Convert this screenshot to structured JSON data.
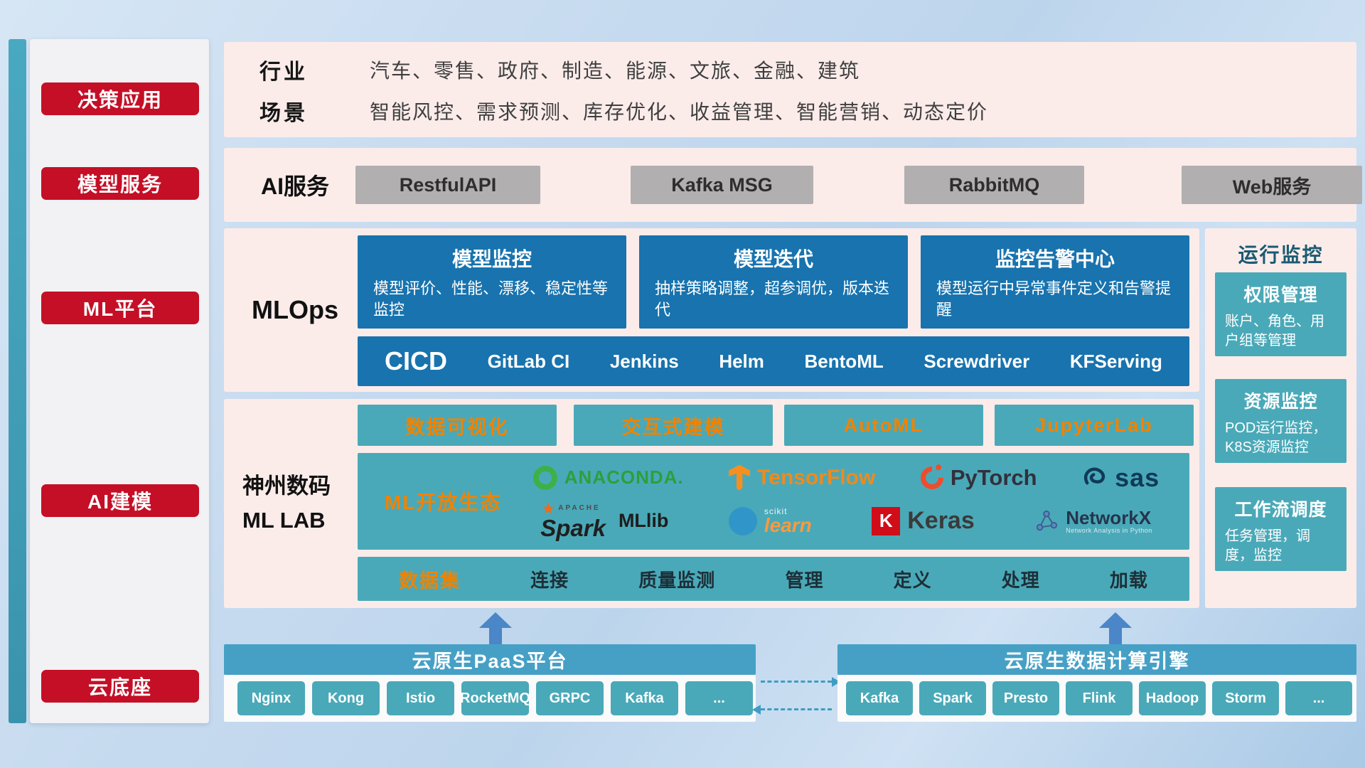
{
  "colors": {
    "red": "#c40f26",
    "deep_blue": "#1873ae",
    "teal": "#4aa9b8",
    "header_blue": "#46a0c6",
    "orange": "#f08300",
    "panel_pink": "#fbecea"
  },
  "sidebar": {
    "items": [
      "决策应用",
      "模型服务",
      "ML平台",
      "AI建模",
      "云底座"
    ]
  },
  "overview": {
    "industry_label": "行业",
    "industry_text": "汽车、零售、政府、制造、能源、文旅、金融、建筑",
    "scene_label": "场景",
    "scene_text": "智能风控、需求预测、库存优化、收益管理、智能营销、动态定价"
  },
  "ai_service": {
    "label": "AI服务",
    "buttons": [
      "RestfulAPI",
      "Kafka MSG",
      "RabbitMQ",
      "Web服务"
    ]
  },
  "mlops": {
    "label": "MLOps",
    "cards": [
      {
        "title": "模型监控",
        "desc": "模型评价、性能、漂移、稳定性等监控"
      },
      {
        "title": "模型迭代",
        "desc": "抽样策略调整，超参调优，版本迭代"
      },
      {
        "title": "监控告警中心",
        "desc": "模型运行中异常事件定义和告警提醒"
      }
    ],
    "cicd_label": "CICD",
    "cicd_items": [
      "GitLab CI",
      "Jenkins",
      "Helm",
      "BentoML",
      "Screwdriver",
      "KFServing"
    ]
  },
  "mllab": {
    "label_line1": "神州数码",
    "label_line2": "ML LAB",
    "tools": [
      "数据可视化",
      "交互式建模",
      "AutoML",
      "JupyterLab"
    ],
    "eco_label": "ML开放生态",
    "logos": {
      "anaconda": "ANACONDA.",
      "tensorflow": "TensorFlow",
      "pytorch": "PyTorch",
      "sas": "sas",
      "spark_apache": "APACHE",
      "spark": "Spark",
      "spark_mllib": "MLlib",
      "sklearn_top": "scikit",
      "sklearn": "learn",
      "keras_letter": "K",
      "keras": "Keras",
      "networkx": "NetworkX",
      "networkx_sub": "Network Analysis in Python"
    },
    "dataset_label": "数据集",
    "dataset_items": [
      "连接",
      "质量监测",
      "管理",
      "定义",
      "处理",
      "加载"
    ]
  },
  "monitor": {
    "title": "运行监控",
    "cards": [
      {
        "title": "权限管理",
        "desc": "账户、角色、用户组等管理"
      },
      {
        "title": "资源监控",
        "desc": "POD运行监控，K8S资源监控"
      },
      {
        "title": "工作流调度",
        "desc": "任务管理，调度，监控"
      }
    ]
  },
  "foundation": {
    "paas_title": "云原生PaaS平台",
    "paas_items": [
      "Nginx",
      "Kong",
      "Istio",
      "RocketMQ",
      "GRPC",
      "Kafka",
      "..."
    ],
    "engine_title": "云原生数据计算引擎",
    "engine_items": [
      "Kafka",
      "Spark",
      "Presto",
      "Flink",
      "Hadoop",
      "Storm",
      "..."
    ]
  }
}
